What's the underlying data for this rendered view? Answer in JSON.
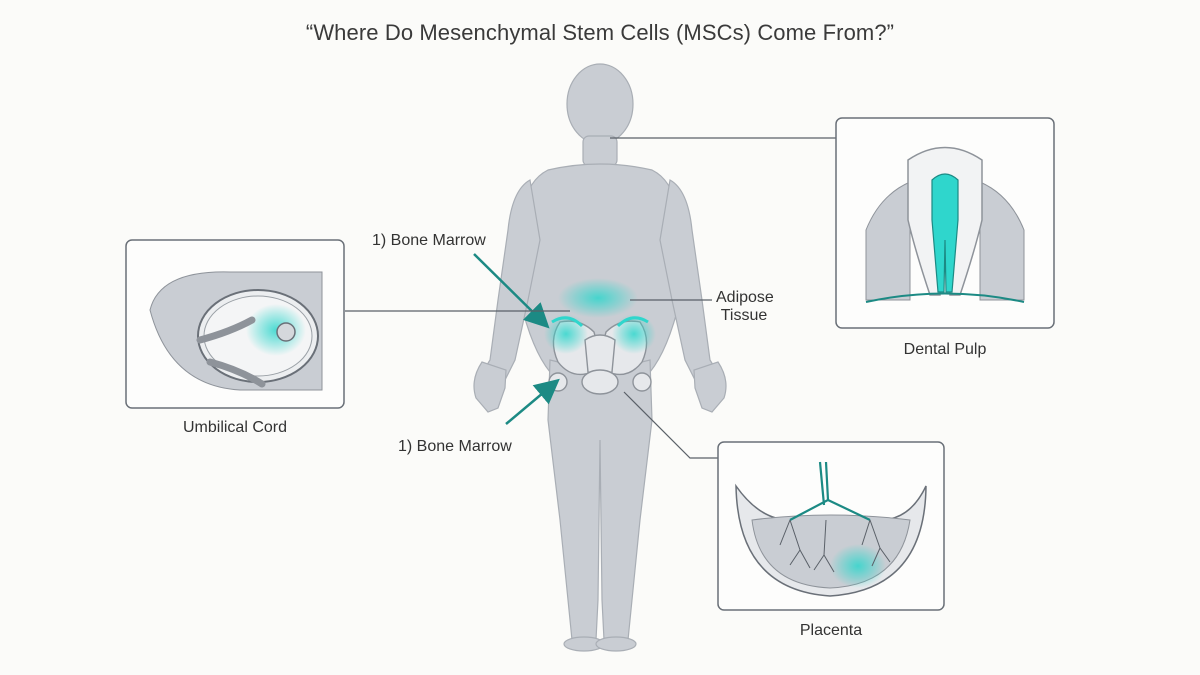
{
  "title": "“Where Do Mesenchymal Stem Cells (MSCs) Come From?”",
  "labels": {
    "bone_marrow_top": "1) Bone Marrow",
    "bone_marrow_bottom": "1) Bone Marrow",
    "adipose_line1": "Adipose",
    "adipose_line2": "Tissue",
    "dental_pulp": "Dental Pulp",
    "umbilical_cord": "Umbilical Cord",
    "placenta": "Placenta"
  },
  "colors": {
    "accent": "#2fd6cc",
    "accent_dark": "#1c8a84",
    "body": "#c9cdd3",
    "line": "#5a6068"
  },
  "icons": [
    "human-body-silhouette",
    "tooth-icon",
    "umbilical-cord-icon",
    "placenta-icon"
  ]
}
